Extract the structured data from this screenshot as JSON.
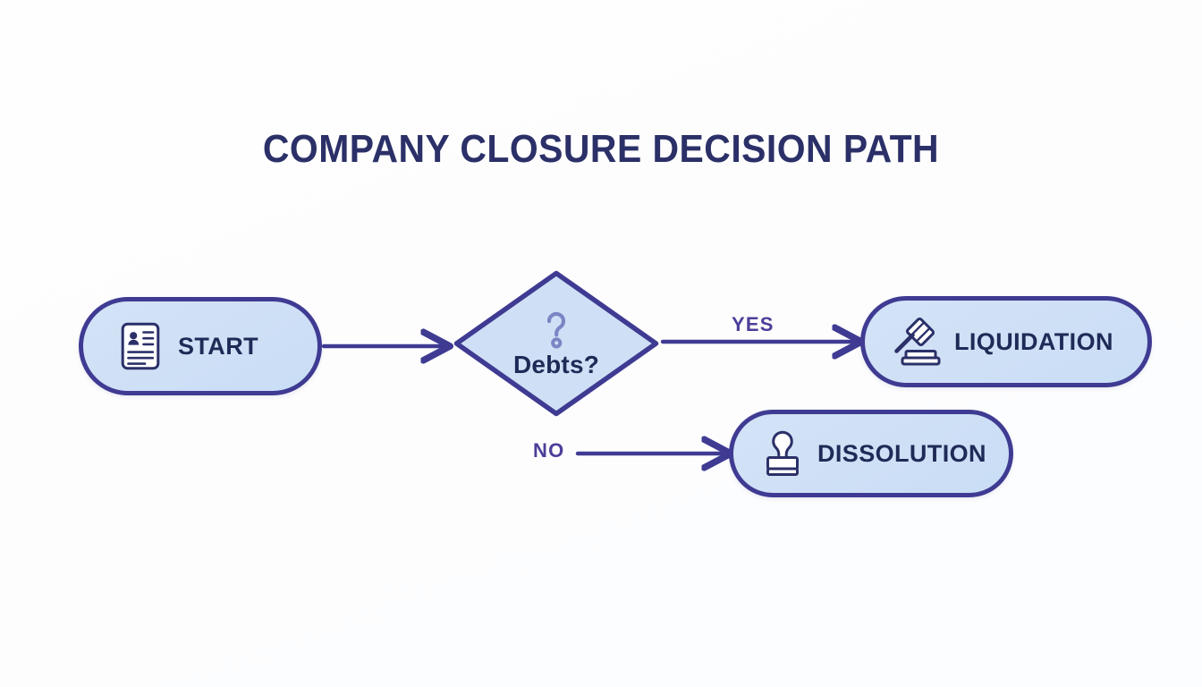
{
  "diagram": {
    "title": "COMPANY CLOSURE DECISION PATH",
    "type": "flowchart",
    "colors": {
      "background": "#fdfdfe",
      "node_fill": "#d0e1f6",
      "node_border": "#3f3b93",
      "title_text": "#2b3068",
      "node_text": "#1f2a57",
      "edge_line": "#3f3b93",
      "edge_label_text": "#4b3f99",
      "icon_stroke": "#2b3068",
      "question_icon": "#7b86c4"
    },
    "nodes": [
      {
        "id": "start",
        "label": "START",
        "shape": "pill",
        "icon": "id-card-icon"
      },
      {
        "id": "decision",
        "label": "Debts?",
        "shape": "diamond",
        "icon": "question-mark-icon"
      },
      {
        "id": "liquidation",
        "label": "LIQUIDATION",
        "shape": "pill",
        "icon": "gavel-icon"
      },
      {
        "id": "dissolution",
        "label": "DISSOLUTION",
        "shape": "pill",
        "icon": "stamp-icon"
      }
    ],
    "edges": [
      {
        "id": "start-to-decision",
        "from": "start",
        "to": "decision",
        "label": ""
      },
      {
        "id": "decision-to-liquidation",
        "from": "decision",
        "to": "liquidation",
        "label": "YES"
      },
      {
        "id": "decision-to-dissolution",
        "from": "decision",
        "to": "dissolution",
        "label": "NO"
      }
    ]
  }
}
